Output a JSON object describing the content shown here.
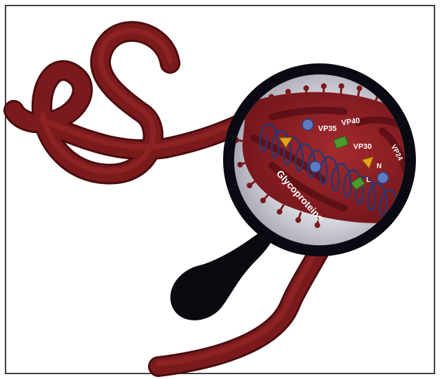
{
  "colors": {
    "background": "#ffffff",
    "border": "#000000",
    "virus_body": "#7a1a1c",
    "virus_dark": "#4a0c0e",
    "virus_light": "#9a2a2c",
    "lens_rim": "#0a0a12",
    "lens_glass": "#c9c9d3",
    "capsule": "#8e1c22",
    "rna_strand": "#1f3a78",
    "vp35_marker": "#5b7bc4",
    "vp30_marker": "#4a9a2c",
    "n_marker": "#e2a51a"
  },
  "labels": {
    "vp35": "VP35",
    "vp40": "VP40",
    "vp30": "VP30",
    "vp24": "VP24",
    "n": "N",
    "l": "L",
    "glycoproteins": "Glycoproteins"
  },
  "icons": {
    "virus": "filamentous-virus-icon",
    "magnifier": "magnifying-glass-icon",
    "protein_round": "circle-marker-icon",
    "protein_square": "square-marker-icon",
    "protein_triangle": "triangle-marker-icon"
  }
}
